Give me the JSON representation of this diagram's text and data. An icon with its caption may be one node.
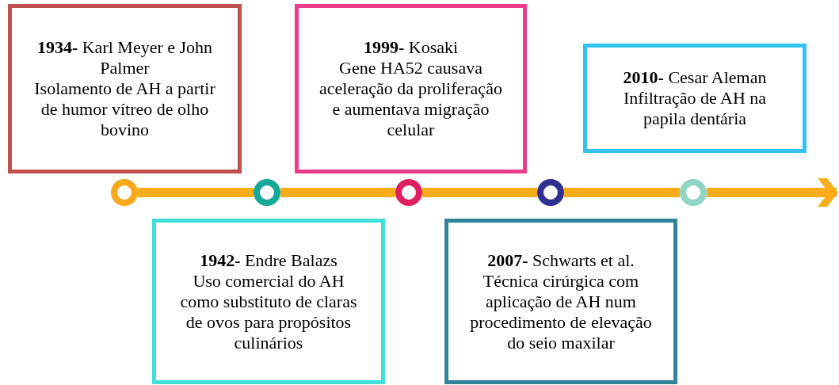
{
  "diagram": {
    "nodes": [
      {
        "text": [
          "**1934-** Karl Meyer e John Palmer",
          "Isolamento de AH a partir de humor vítreo de olho bovino"
        ]
      },
      {
        "text": [
          "**1942-** Endre Balazs",
          "Uso comercial do AH como substituto de claras de ovos para propósitos culinários"
        ]
      },
      {
        "text": [
          "**1999-** Kosaki",
          "Gene HA52 causava aceleração da proliferação e aumentava migração celular"
        ]
      },
      {
        "text": [
          "**2007-** Schwarts et al.",
          "Técnica cirúrgica com aplicação de AH num procedimento de elevação do seio maxilar"
        ]
      },
      {
        "text": [
          "**2010-** Cesar Aleman",
          "Infiltração de AH na papila dentária"
        ]
      },
      {
        "text": [],
        "shape": "circle"
      },
      {
        "text": [],
        "shape": "circle"
      },
      {
        "text": [],
        "shape": "circle"
      },
      {
        "text": [],
        "shape": "circle"
      },
      {
        "text": [],
        "shape": "circle"
      }
    ],
    "edges": [
      {
        "from": 5,
        "to": 6,
        "arrow": "none"
      },
      {
        "from": 6,
        "to": 7,
        "arrow": "none"
      },
      {
        "from": 7,
        "to": 8,
        "arrow": "none"
      },
      {
        "from": 8,
        "to": 9,
        "arrow": "none"
      },
      {
        "from": 9,
        "to": null,
        "arrow": "to"
      }
    ]
  }
}
